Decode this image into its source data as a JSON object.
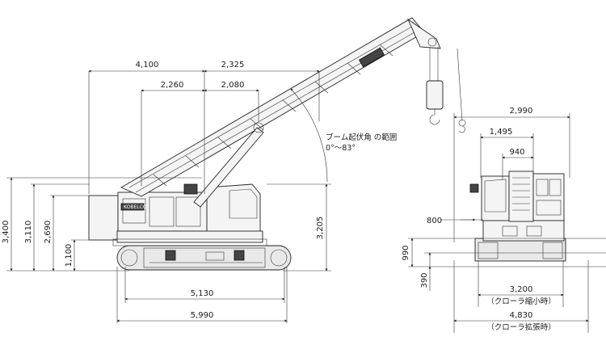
{
  "side_view": {
    "dims_top": [
      "4,100",
      "2,325",
      "2,260",
      "2,080"
    ],
    "dims_left": [
      "3,400",
      "3,110",
      "2,690",
      "1,100"
    ],
    "dim_right": "3,205",
    "dims_bottom": [
      "5,130",
      "5,990"
    ],
    "boom_angle_label": "ブーム起伏角 の範囲",
    "boom_angle_range": "0°〜83°",
    "brand_text": "KOBELCO"
  },
  "front_view": {
    "dims_top": [
      "2,990",
      "1,495",
      "940"
    ],
    "dim_left": [
      "800",
      "990",
      "390"
    ],
    "dims_bottom": [
      {
        "value": "3,200",
        "note": "（クローラ縮小時）"
      },
      {
        "value": "4,830",
        "note": "（クローラ拡張時）"
      }
    ]
  }
}
